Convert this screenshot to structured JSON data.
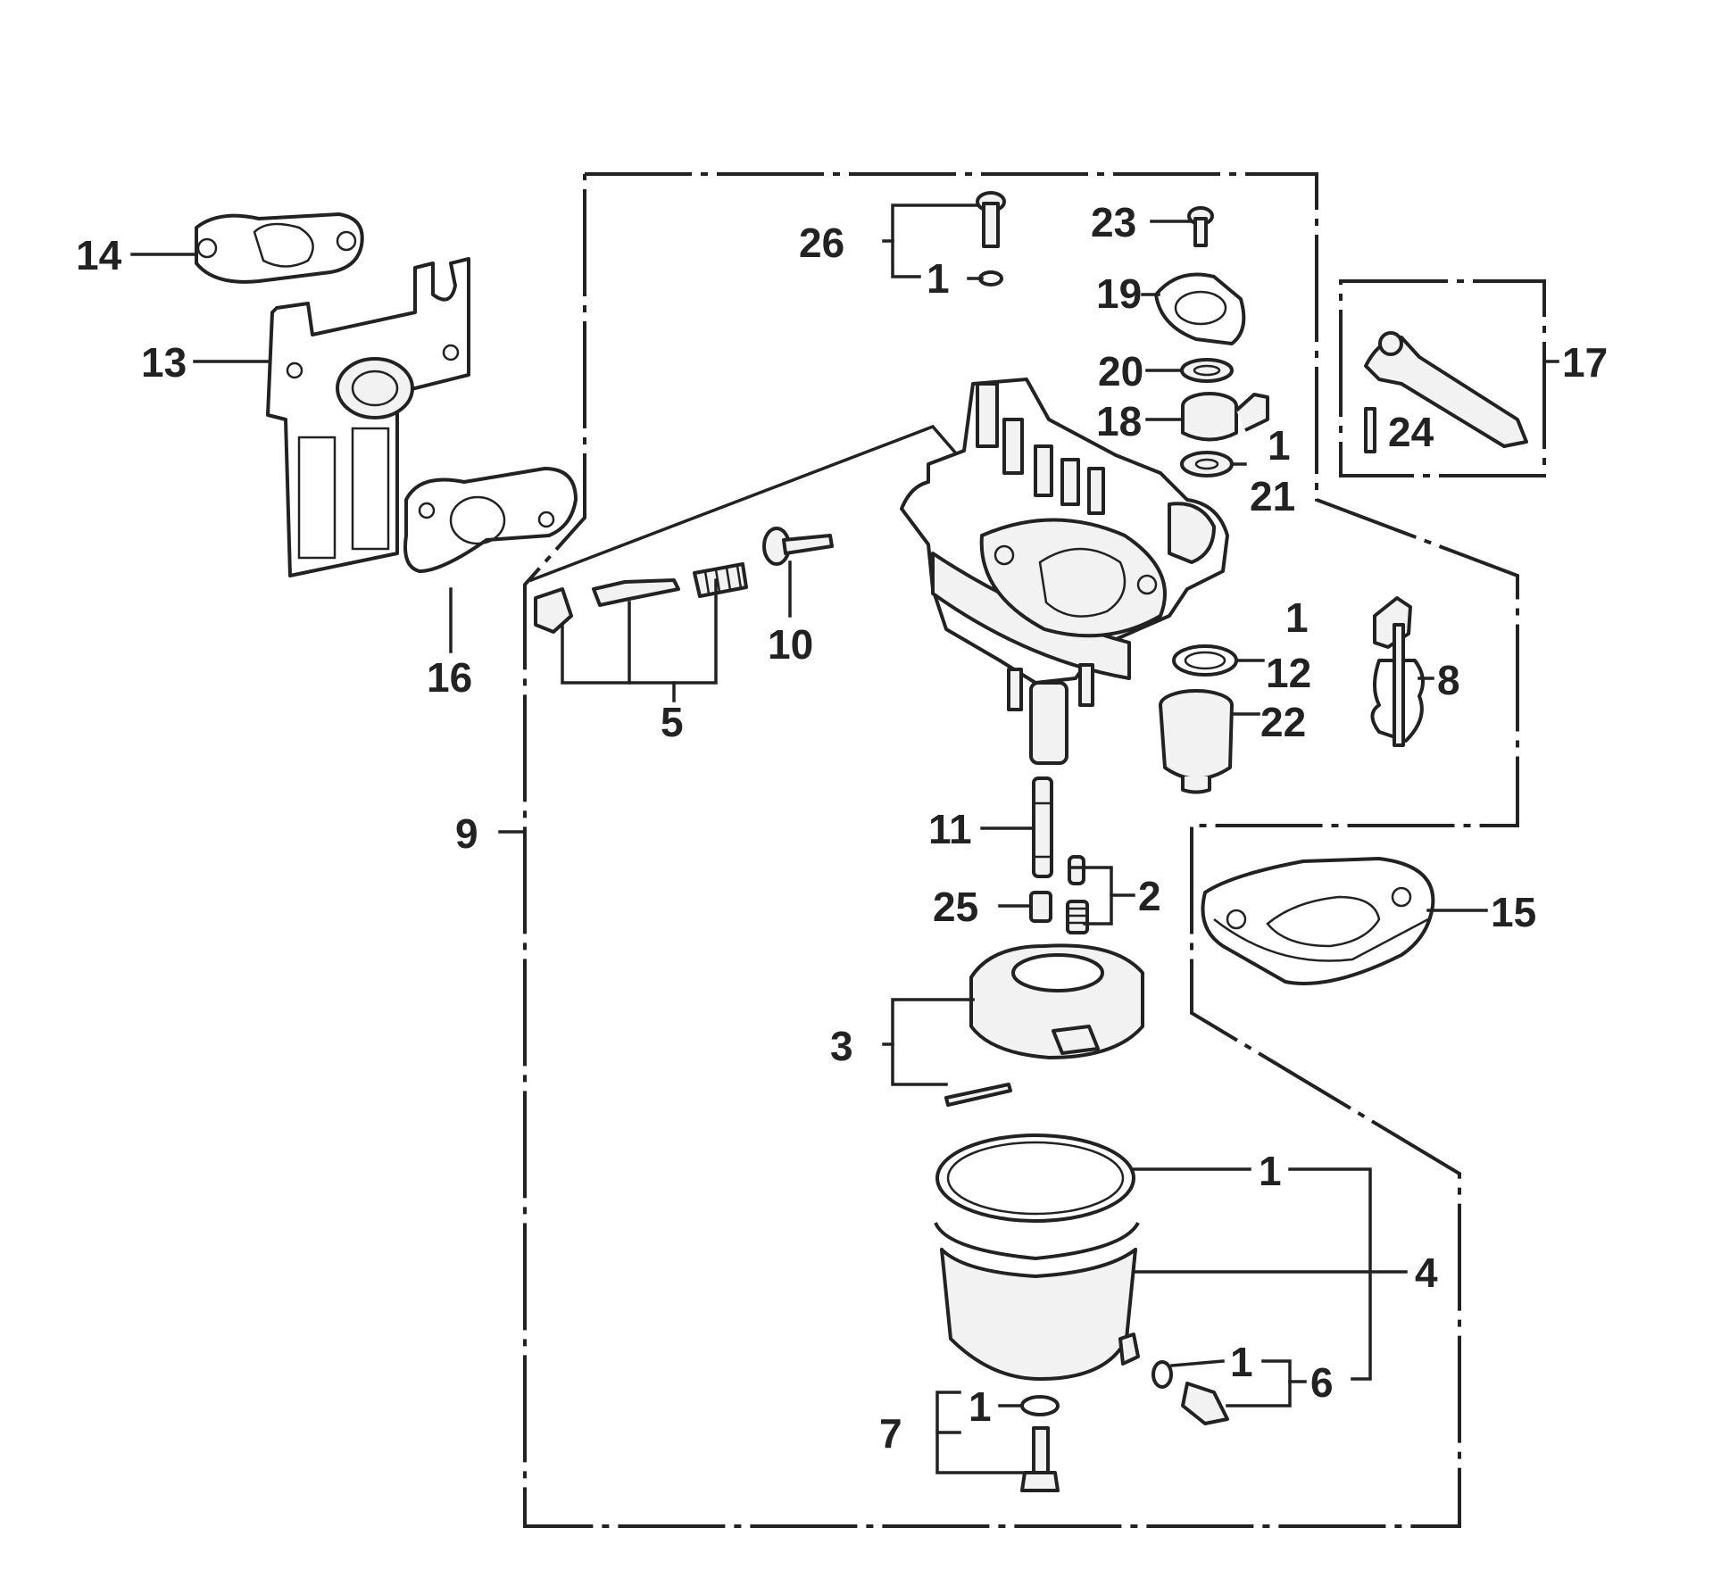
{
  "callouts": {
    "c14": "14",
    "c13": "13",
    "c16": "16",
    "c26": "26",
    "c1a": "1",
    "c23": "23",
    "c19": "19",
    "c20": "20",
    "c18": "18",
    "c1b": "1",
    "c21": "21",
    "c17": "17",
    "c24": "24",
    "c5": "5",
    "c10": "10",
    "c1c": "1",
    "c12": "12",
    "c22": "22",
    "c8": "8",
    "c9": "9",
    "c11": "11",
    "c2": "2",
    "c25": "25",
    "c15": "15",
    "c3": "3",
    "c1d": "1",
    "c4": "4",
    "c1e": "1",
    "c6": "6",
    "c1f": "1",
    "c7": "7"
  }
}
